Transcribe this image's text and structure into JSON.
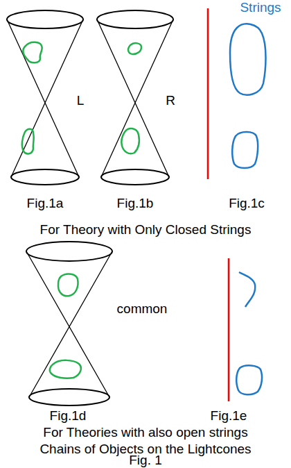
{
  "diagram": {
    "caption": "Fig. 1",
    "labels": [
      "Strings",
      "L",
      "R",
      "Fig.1a",
      "Fig.1b",
      "Fig.1c",
      "For Theory with Only Closed Strings",
      "common",
      "Fig.1d",
      "Fig.1e",
      "For Theories with also open strings",
      "Chains of Objects on the Lightcones"
    ]
  }
}
